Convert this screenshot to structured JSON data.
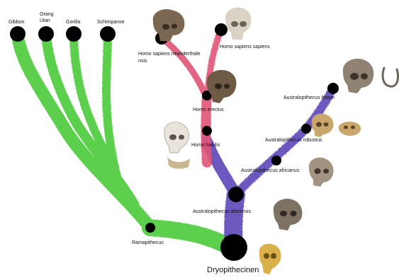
{
  "colors": {
    "apes_branch": "#4fcc3c",
    "homo_branch": "#e0557a",
    "australopithecus_branch": "#5d47b8",
    "node": "#000000",
    "skull": "#8a7a6a"
  },
  "labels": {
    "gibbon": "Gibbon",
    "orang_utan": "Orang\nUtan",
    "gorilla": "Gorilla",
    "schimpanse": "Schimpanse",
    "neanderthal": "Homo sapiens neanderthalensis",
    "sapiens": "Homo sapiens sapiens",
    "erectus": "Homo erectus",
    "habilis": "Homo habilis",
    "boisei": "Australopithecus boisei",
    "robustus": "Australopithecus robustus",
    "africanus": "Australopithecus africanus",
    "afarensis": "Australopithecus afarensis",
    "ramapithecus": "Ramapithecus",
    "dryopithecinen": "Dryopithecinen"
  },
  "icons": {
    "skull_neanderthal": "skull-icon",
    "skull_sapiens": "skull-icon",
    "skull_erectus": "skull-icon",
    "skull_habilis": "skull-icon",
    "skull_boisei": "skull-icon",
    "skull_robustus": "skull-icon",
    "skull_africanus": "skull-icon",
    "skull_afarensis": "skull-icon",
    "skull_dryopithecinen": "skull-icon",
    "jaw_boisei": "jaw-icon"
  }
}
